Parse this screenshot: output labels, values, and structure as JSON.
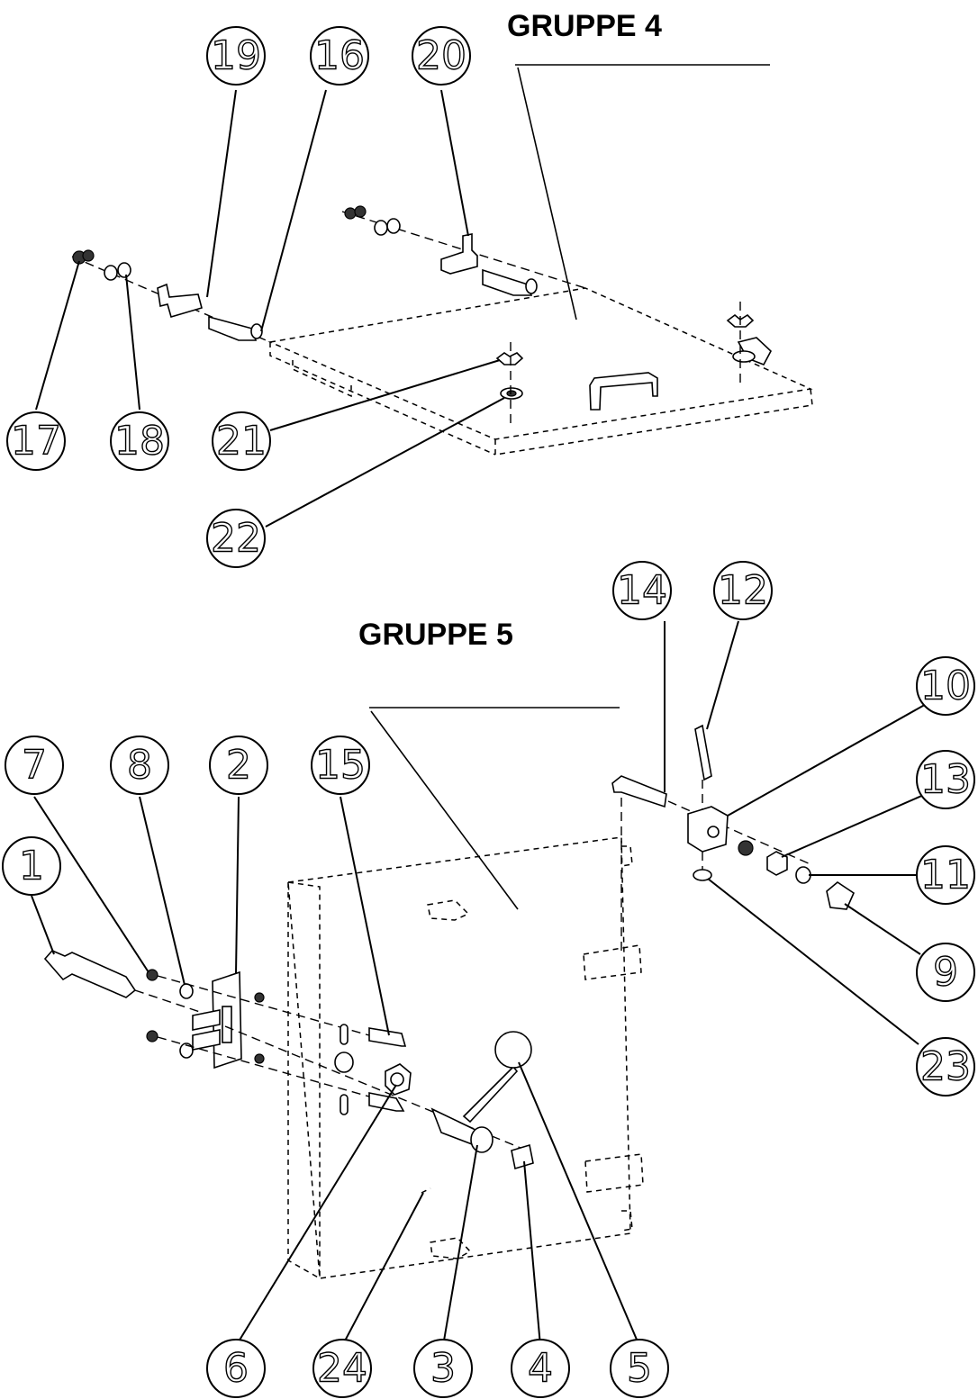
{
  "groups": [
    {
      "id": "g4",
      "title": "GRUPPE 4"
    },
    {
      "id": "g5",
      "title": "GRUPPE 5"
    }
  ],
  "callouts": {
    "c19": "19",
    "c16": "16",
    "c20": "20",
    "c17": "17",
    "c18": "18",
    "c21": "21",
    "c22": "22",
    "c14": "14",
    "c12": "12",
    "c10": "10",
    "c13": "13",
    "c11": "11",
    "c9": "9",
    "c23": "23",
    "c7": "7",
    "c8": "8",
    "c2": "2",
    "c15": "15",
    "c1": "1",
    "c6": "6",
    "c24": "24",
    "c3": "3",
    "c4": "4",
    "c5": "5"
  }
}
